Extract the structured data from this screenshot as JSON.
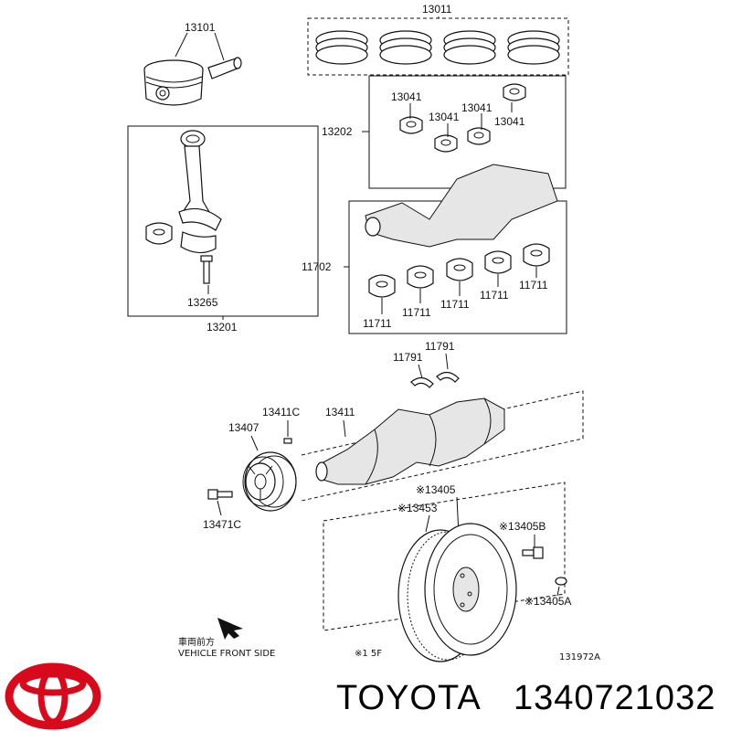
{
  "labels": {
    "piston": "13101",
    "ring_set": "13011",
    "rod_bearing_a": "13041",
    "rod_bearing_b": "13041",
    "rod_bearing_c": "13041",
    "rod_bearing_d": "13041",
    "bearing_set": "13202",
    "conrod_assy": "13201",
    "conrod_bolt": "13265",
    "main_bearing_set": "11702",
    "main_bearing_1": "11711",
    "main_bearing_2": "11711",
    "main_bearing_3": "11711",
    "main_bearing_4": "11711",
    "main_bearing_5": "11711",
    "thrust_washer_a": "11791",
    "thrust_washer_b": "11791",
    "crankshaft_key": "13411C",
    "crankshaft": "13411",
    "pulley": "13407",
    "pulley_bolt": "13471C",
    "flywheel": "※13405",
    "ring_gear": "※13453",
    "flywheel_bolt": "※13405B",
    "flywheel_pin": "※13405A",
    "note": "※1 5F",
    "direction_jp": "車両前方",
    "direction_en": "VEHICLE FRONT SIDE",
    "figure_code": "131972A"
  },
  "brand": {
    "name": "TOYOTA",
    "part_number": "1340721032",
    "logo_color": "#d7091a"
  }
}
